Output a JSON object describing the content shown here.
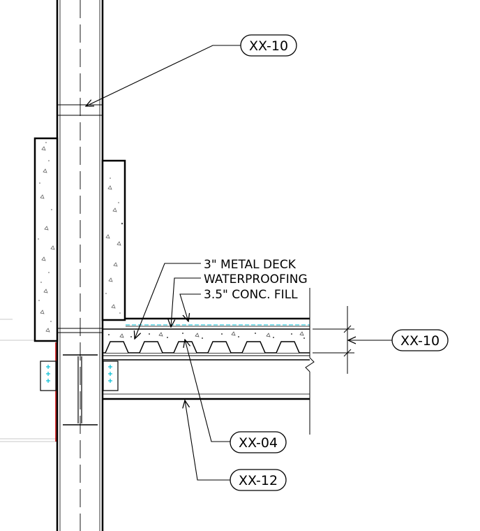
{
  "drawing": {
    "notes": {
      "metal_deck": "3\" METAL DECK",
      "waterproofing": "WATERPROOFING",
      "conc_fill": "3.5\" CONC. FILL"
    },
    "tags": {
      "tag_column_top": "XX-10",
      "tag_slab_dim": "XX-10",
      "tag_deck": "XX-04",
      "tag_beam": "XX-12"
    },
    "colors": {
      "line": "#000000",
      "cyan_accent": "#00bcd4",
      "red_accent": "#cc0000",
      "grey_line": "#b0b0b0"
    }
  }
}
